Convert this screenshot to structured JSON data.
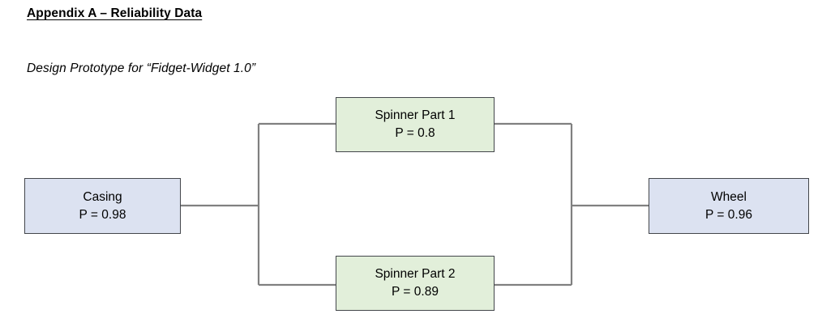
{
  "document": {
    "appendix_title": "Appendix A – Reliability Data",
    "subtitle": "Design Prototype for “Fidget-Widget 1.0”"
  },
  "colors": {
    "block_blue_fill": "#DCE2F1",
    "block_green_fill": "#E2EFDA",
    "block_border": "#43464B",
    "wire": "#808080",
    "text": "#000000",
    "page_background": "#FFFFFF"
  },
  "diagram": {
    "type": "reliability-block-diagram",
    "nodes": [
      {
        "id": "casing",
        "name": "Casing",
        "probability_label": "P = 0.98",
        "probability": 0.98,
        "style": "blue",
        "position": "left-series"
      },
      {
        "id": "spinner-part-1",
        "name": "Spinner Part 1",
        "probability_label": "P = 0.8",
        "probability": 0.8,
        "style": "green",
        "position": "parallel-top"
      },
      {
        "id": "spinner-part-2",
        "name": "Spinner Part 2",
        "probability_label": "P = 0.89",
        "probability": 0.89,
        "style": "green",
        "position": "parallel-bottom"
      },
      {
        "id": "wheel",
        "name": "Wheel",
        "probability_label": "P = 0.96",
        "probability": 0.96,
        "style": "blue",
        "position": "right-series"
      }
    ],
    "connections": [
      {
        "from": "casing",
        "to": "split-left"
      },
      {
        "from": "split-left",
        "to": "spinner-part-1"
      },
      {
        "from": "split-left",
        "to": "spinner-part-2"
      },
      {
        "from": "spinner-part-1",
        "to": "join-right"
      },
      {
        "from": "spinner-part-2",
        "to": "join-right"
      },
      {
        "from": "join-right",
        "to": "wheel"
      }
    ]
  }
}
